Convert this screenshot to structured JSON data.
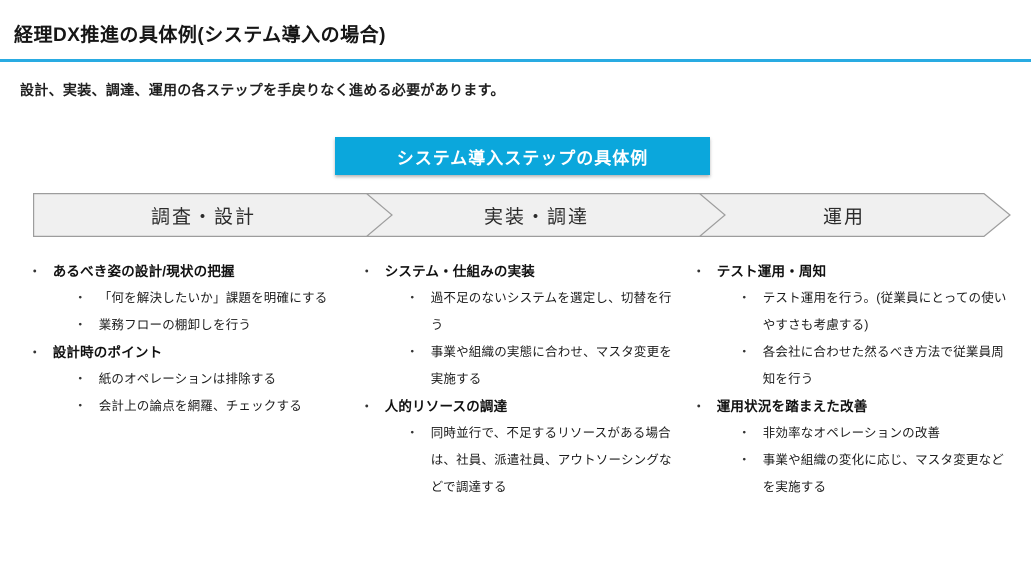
{
  "page": {
    "title": "経理DX推進の具体例(システム導入の場合)",
    "subtitle": "設計、実装、調達、運用の各ステップを手戻りなく進める必要があります。",
    "banner_label": "システム導入ステップの具体例"
  },
  "glyphs": {
    "bullet": "・"
  },
  "colors": {
    "accent_cyan": "#0ba7dc",
    "rule_cyan": "#29abe2",
    "chevron_fill": "#f0f0f0",
    "chevron_border": "#9d9d9d",
    "banner_text": "#ffffff"
  },
  "steps": [
    {
      "label": "調査・設計"
    },
    {
      "label": "実装・調達"
    },
    {
      "label": "運用"
    }
  ],
  "columns": [
    {
      "items": [
        {
          "title": "あるべき姿の設計/現状の把握",
          "sub": [
            "「何を解決したいか」課題を明確にする",
            "業務フローの棚卸しを行う"
          ]
        },
        {
          "title": "設計時のポイント",
          "sub": [
            "紙のオペレーションは排除する",
            "会計上の論点を網羅、チェックする"
          ]
        }
      ]
    },
    {
      "items": [
        {
          "title": "システム・仕組みの実装",
          "sub": [
            "過不足のないシステムを選定し、切替を行う",
            "事業や組織の実態に合わせ、マスタ変更を実施する"
          ]
        },
        {
          "title": "人的リソースの調達",
          "sub": [
            "同時並行で、不足するリソースがある場合は、社員、派遣社員、アウトソーシングなどで調達する"
          ]
        }
      ]
    },
    {
      "items": [
        {
          "title": "テスト運用・周知",
          "sub": [
            "テスト運用を行う。(従業員にとっての使いやすさも考慮する)",
            "各会社に合わせた然るべき方法で従業員周知を行う"
          ]
        },
        {
          "title": "運用状況を踏まえた改善",
          "sub": [
            "非効率なオペレーションの改善",
            "事業や組織の変化に応じ、マスタ変更などを実施する"
          ]
        }
      ]
    }
  ]
}
